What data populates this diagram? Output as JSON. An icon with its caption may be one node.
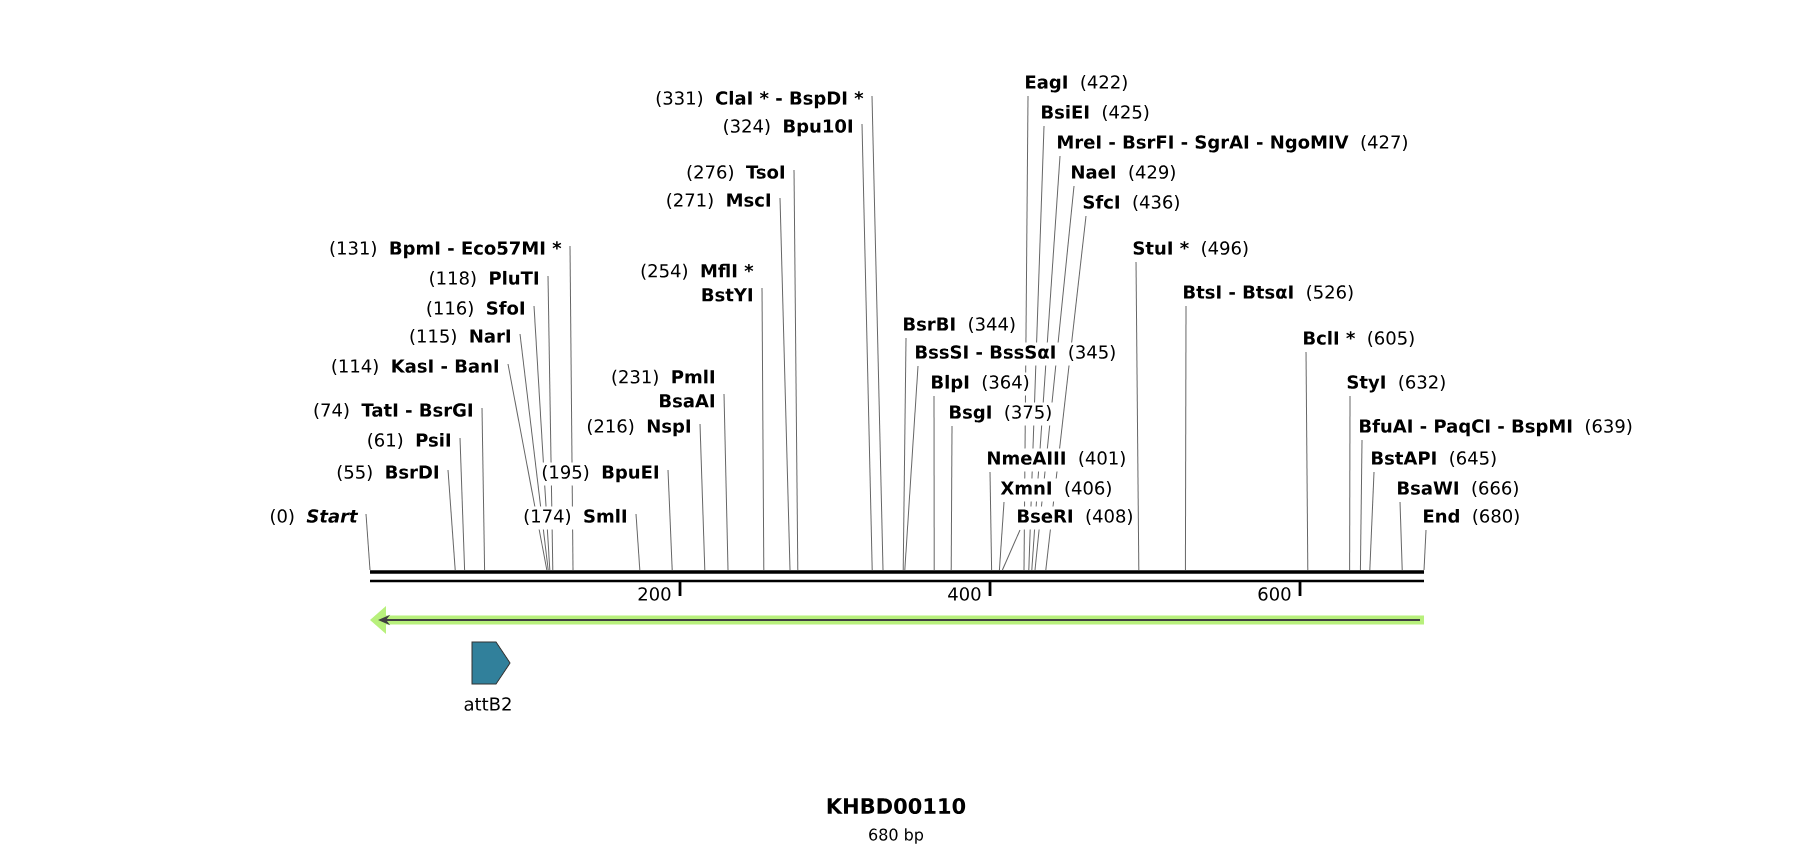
{
  "diagram": {
    "title": "KHBD00110",
    "caption": "680 bp",
    "nodes": [
      {
        "text": [
          "(0)",
          "Start"
        ]
      },
      {
        "text": [
          "(55)",
          "BsrDI"
        ]
      },
      {
        "text": [
          "(61)",
          "PsiI"
        ]
      },
      {
        "text": [
          "(74)",
          "TatI  - BsrGI"
        ]
      },
      {
        "text": [
          "(114)",
          "KasI  - BanI"
        ]
      },
      {
        "text": [
          "(115)",
          "NarI"
        ]
      },
      {
        "text": [
          "(116)",
          "SfoI"
        ]
      },
      {
        "text": [
          "(118)",
          "PluTI"
        ]
      },
      {
        "text": [
          "(131)",
          "BpmI  - Eco57MI *"
        ]
      },
      {
        "text": [
          "(174)",
          "SmlI"
        ]
      },
      {
        "text": [
          "(195)",
          "BpuEI"
        ]
      },
      {
        "text": [
          "(216)",
          "NspI"
        ]
      },
      {
        "text": [
          "(231)",
          "PmlI",
          "BsaAI"
        ]
      },
      {
        "text": [
          "(254)",
          "MflI *",
          "BstYI"
        ]
      },
      {
        "text": [
          "(271)",
          "MscI"
        ]
      },
      {
        "text": [
          "(276)",
          "TsoI"
        ]
      },
      {
        "text": [
          "(324)",
          "Bpu10I"
        ]
      },
      {
        "text": [
          "(331)",
          "ClaI *  - BspDI *"
        ]
      },
      {
        "text": [
          "BsrBI",
          "(344)"
        ]
      },
      {
        "text": [
          "BssSI  - BssSαI",
          "(345)"
        ]
      },
      {
        "text": [
          "BlpI",
          "(364)"
        ]
      },
      {
        "text": [
          "BsgI",
          "(375)"
        ]
      },
      {
        "text": [
          "NmeAIII",
          "(401)"
        ]
      },
      {
        "text": [
          "XmnI",
          "(406)"
        ]
      },
      {
        "text": [
          "BseRI",
          "(408)"
        ]
      },
      {
        "text": [
          "EagI",
          "(422)"
        ]
      },
      {
        "text": [
          "BsiEI",
          "(425)"
        ]
      },
      {
        "text": [
          "MreI  - BsrFI  - SgrAI  - NgoMIV",
          "(427)"
        ]
      },
      {
        "text": [
          "NaeI",
          "(429)"
        ]
      },
      {
        "text": [
          "SfcI",
          "(436)"
        ]
      },
      {
        "text": [
          "StuI *",
          "(496)"
        ]
      },
      {
        "text": [
          "BtsI  - BtsαI",
          "(526)"
        ]
      },
      {
        "text": [
          "BclI *",
          "(605)"
        ]
      },
      {
        "text": [
          "StyI",
          "(632)"
        ]
      },
      {
        "text": [
          "BfuAI  - PaqCI  - BspMI",
          "(639)"
        ]
      },
      {
        "text": [
          "BstAPI",
          "(645)"
        ]
      },
      {
        "text": [
          "BsaWI",
          "(666)"
        ]
      },
      {
        "text": [
          "End",
          "(680)"
        ]
      },
      {
        "text": [],
        "shape": "bar"
      },
      {
        "text": [],
        "shape": "arrow"
      },
      {
        "text": [
          "attB2"
        ]
      }
    ],
    "edges": [
      {
        "from": 0,
        "to": 38,
        "arrow": "none"
      },
      {
        "from": 1,
        "to": 38,
        "arrow": "none"
      },
      {
        "from": 2,
        "to": 38,
        "arrow": "none"
      },
      {
        "from": 3,
        "to": 38,
        "arrow": "none"
      },
      {
        "from": 4,
        "to": 38,
        "arrow": "none"
      },
      {
        "from": 5,
        "to": 38,
        "arrow": "none"
      },
      {
        "from": 6,
        "to": 38,
        "arrow": "none"
      },
      {
        "from": 7,
        "to": 38,
        "arrow": "none"
      },
      {
        "from": 8,
        "to": 38,
        "arrow": "none"
      },
      {
        "from": 9,
        "to": 38,
        "arrow": "none"
      },
      {
        "from": 10,
        "to": 38,
        "arrow": "none"
      },
      {
        "from": 11,
        "to": 38,
        "arrow": "none"
      },
      {
        "from": 12,
        "to": 38,
        "arrow": "none"
      },
      {
        "from": 13,
        "to": 38,
        "arrow": "none"
      },
      {
        "from": 14,
        "to": 38,
        "arrow": "none"
      },
      {
        "from": 15,
        "to": 38,
        "arrow": "none"
      },
      {
        "from": 16,
        "to": 38,
        "arrow": "none"
      },
      {
        "from": 17,
        "to": 38,
        "arrow": "none"
      },
      {
        "from": 18,
        "to": 38,
        "arrow": "none"
      },
      {
        "from": 19,
        "to": 38,
        "arrow": "none"
      },
      {
        "from": 20,
        "to": 38,
        "arrow": "none"
      },
      {
        "from": 21,
        "to": 38,
        "arrow": "none"
      },
      {
        "from": 22,
        "to": 38,
        "arrow": "none"
      },
      {
        "from": 23,
        "to": 38,
        "arrow": "none"
      },
      {
        "from": 24,
        "to": 38,
        "arrow": "none"
      },
      {
        "from": 25,
        "to": 38,
        "arrow": "none"
      },
      {
        "from": 26,
        "to": 38,
        "arrow": "none"
      },
      {
        "from": 27,
        "to": 38,
        "arrow": "none"
      },
      {
        "from": 28,
        "to": 38,
        "arrow": "none"
      },
      {
        "from": 29,
        "to": 38,
        "arrow": "none"
      },
      {
        "from": 30,
        "to": 38,
        "arrow": "none"
      },
      {
        "from": 31,
        "to": 38,
        "arrow": "none"
      },
      {
        "from": 32,
        "to": 38,
        "arrow": "none"
      },
      {
        "from": 33,
        "to": 38,
        "arrow": "none"
      },
      {
        "from": 34,
        "to": 38,
        "arrow": "none"
      },
      {
        "from": 35,
        "to": 38,
        "arrow": "none"
      },
      {
        "from": 36,
        "to": 38,
        "arrow": "none"
      },
      {
        "from": 37,
        "to": 38,
        "arrow": "none"
      }
    ],
    "labels": [
      "200",
      "400",
      "600"
    ]
  }
}
